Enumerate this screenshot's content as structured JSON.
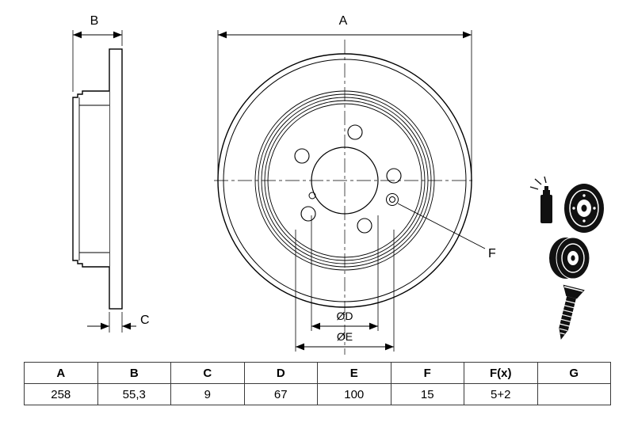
{
  "drawing": {
    "dim_labels": {
      "A": "A",
      "B": "B",
      "C": "C",
      "D": "ØD",
      "E": "ØE",
      "F": "F"
    }
  },
  "table": {
    "headers": [
      "A",
      "B",
      "C",
      "D",
      "E",
      "F",
      "F(x)",
      "G"
    ],
    "values": [
      "258",
      "55,3",
      "9",
      "67",
      "100",
      "15",
      "5+2",
      ""
    ]
  },
  "colors": {
    "line": "#000000",
    "background": "#ffffff",
    "icon": "#111111"
  }
}
